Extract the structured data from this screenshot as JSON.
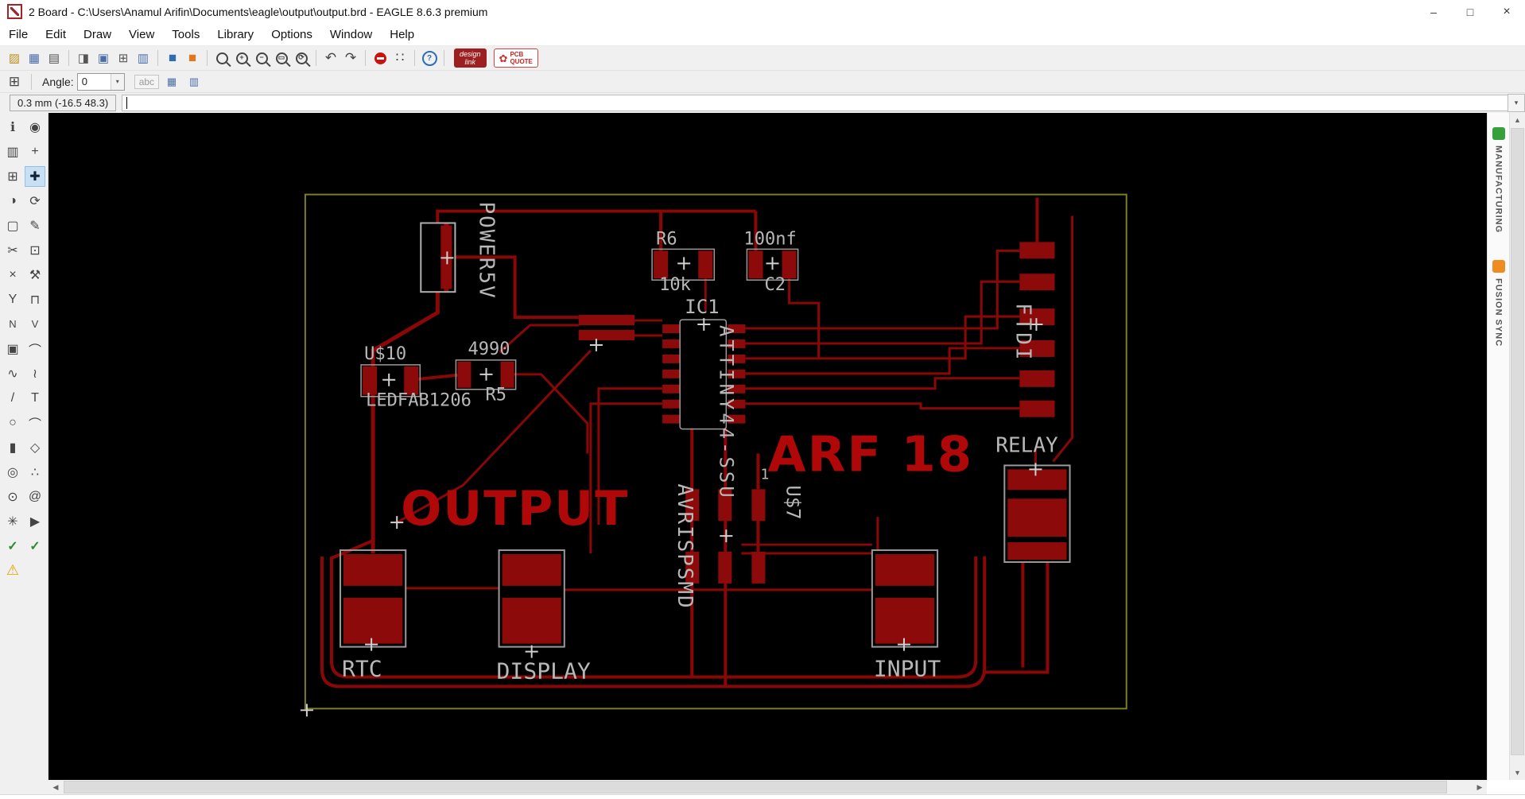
{
  "window": {
    "title": "2 Board - C:\\Users\\Anamul Arifin\\Documents\\eagle\\output\\output.brd - EAGLE 8.6.3 premium"
  },
  "icons": {
    "minimize": "–",
    "maximize": "□",
    "close": "×",
    "open": "▨",
    "save": "▦",
    "print": "▤",
    "cam": "◨",
    "image": "▣",
    "calc": "⊞",
    "table": "▥",
    "sch": "■",
    "layers": "■",
    "zoom_in": "+",
    "zoom_out": "−",
    "zoom_select": "▭",
    "zoom_redraw": "⟳",
    "undo": "↶",
    "redo": "↷",
    "go": "∷",
    "help": "?",
    "dropdown": "▾",
    "up": "▲",
    "down": "▼",
    "left": "◀",
    "right": "▶",
    "param_grid": "⊞",
    "layer_a": "▦",
    "layer_b": "▥",
    "quote_flower": "✿"
  },
  "menu": {
    "items": [
      "File",
      "Edit",
      "Draw",
      "View",
      "Tools",
      "Library",
      "Options",
      "Window",
      "Help"
    ]
  },
  "toolbar": {
    "design_link_line1": "design",
    "design_link_line2": "link",
    "pcb_quote_line1": "PCB",
    "pcb_quote_line2": "QUOTE"
  },
  "params": {
    "angle_label": "Angle:",
    "angle_value": "0",
    "abc_label": "abc"
  },
  "command": {
    "coords": "0.3 mm (-16.5 48.3)",
    "value": ""
  },
  "side_tabs": {
    "manufacturing": "MANUFACTURING",
    "fusion_sync": "FUSION SYNC"
  },
  "tools": {
    "glyphs": [
      "ℹ",
      "◉",
      "▥",
      "+",
      "⊞",
      "✚",
      "◑",
      "⟳",
      "▢",
      "✎",
      "✂",
      "⊡",
      "×",
      "⚒",
      "Y",
      "⊓",
      "N",
      "V",
      "▣",
      "⌒",
      "∿",
      "≀",
      "/",
      "T",
      "○",
      "⌒",
      "▮",
      "◇",
      "◎",
      "∴",
      "⊙",
      "@",
      "✳",
      "▶",
      "✓",
      "✓",
      "⚠"
    ]
  },
  "board": {
    "labels": {
      "power5v": "POWER5V",
      "r6": "R6",
      "r6_value": "10k",
      "c2_value": "100nf",
      "c2": "C2",
      "ic1": "IC1",
      "ic1_pkg": "ATTINY44-SSU",
      "ftdi": "FTDI",
      "u10": "U$10",
      "u10_pkg": "LEDFAB1206",
      "r5_value": "4990",
      "r5": "R5",
      "pin1": "1",
      "u7": "U$7",
      "avrisp": "AVRISPSMD",
      "relay": "RELAY",
      "rtc": "RTC",
      "display": "DISPLAY",
      "input": "INPUT"
    },
    "copper": {
      "arf": "ARF 18",
      "output": "OUTPUT"
    }
  }
}
